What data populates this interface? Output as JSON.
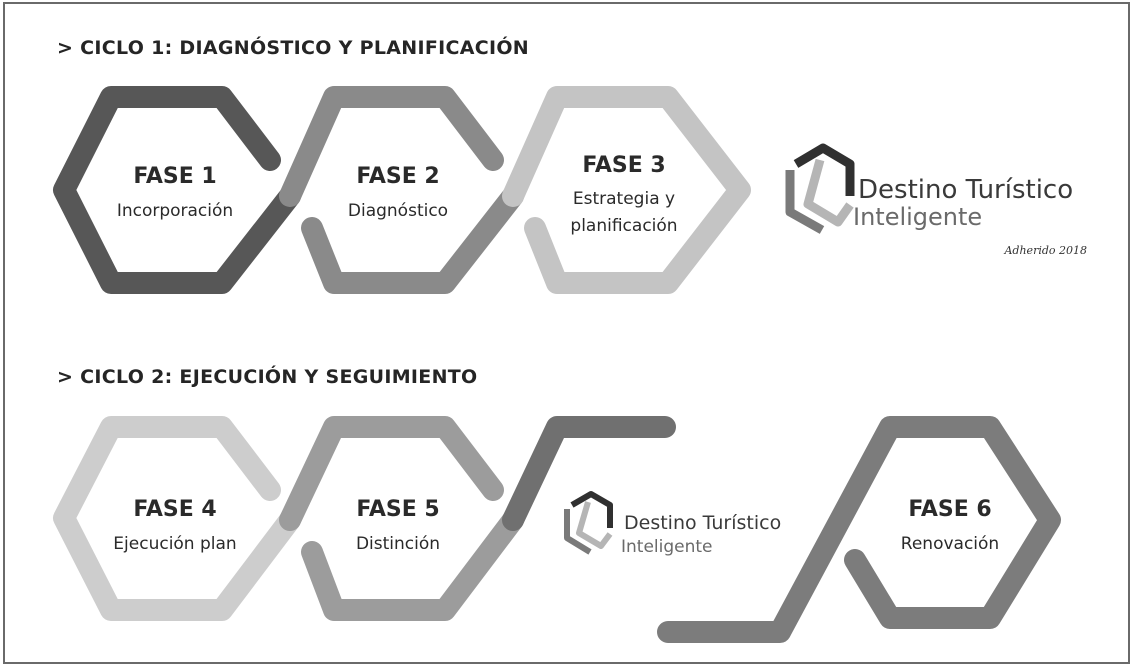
{
  "cycle1": {
    "title": "> CICLO 1: DIAGNÓSTICO Y PLANIFICACIÓN",
    "phases": [
      {
        "title": "FASE 1",
        "subtitle": [
          "Incorporación"
        ],
        "color": "#575757"
      },
      {
        "title": "FASE 2",
        "subtitle": [
          "Diagnóstico"
        ],
        "color": "#8a8a8a"
      },
      {
        "title": "FASE 3",
        "subtitle": [
          "Estrategia y",
          "planificación"
        ],
        "color": "#c4c4c4"
      }
    ]
  },
  "cycle2": {
    "title": "> CICLO 2: EJECUCIÓN Y SEGUIMIENTO",
    "phases": [
      {
        "title": "FASE 4",
        "subtitle": [
          "Ejecución plan"
        ],
        "color": "#cdcdcd"
      },
      {
        "title": "FASE 5",
        "subtitle": [
          "Distinción"
        ],
        "color": "#9c9c9c"
      },
      {
        "title": "FASE 6",
        "subtitle": [
          "Renovación"
        ],
        "color": "#7c7c7c"
      }
    ]
  },
  "logo_large": {
    "line1": "Destino Turístico",
    "line2": "Inteligente",
    "note": "Adherido 2018"
  },
  "logo_small": {
    "line1": "Destino Turístico",
    "line2": "Inteligente"
  },
  "colors": {
    "link_dark": "#707070",
    "logo_dark": "#303030",
    "logo_mid": "#7a7a7a",
    "logo_light": "#b5b5b5"
  }
}
